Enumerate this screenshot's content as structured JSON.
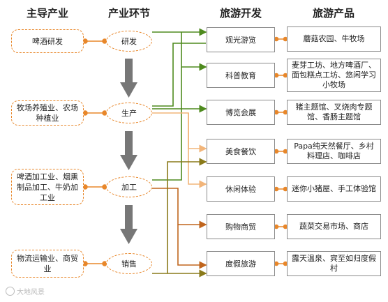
{
  "headers": {
    "industry": "主导产业",
    "stage": "产业环节",
    "development": "旅游开发",
    "product": "旅游产品"
  },
  "industries": [
    {
      "label": "啤酒研发"
    },
    {
      "label": "牧场养殖业、农场种植业"
    },
    {
      "label": "啤酒加工业、烟熏制品加工、牛奶加工业"
    },
    {
      "label": "物流运输业、商贸业"
    }
  ],
  "stages": [
    {
      "label": "研发"
    },
    {
      "label": "生产"
    },
    {
      "label": "加工"
    },
    {
      "label": "销售"
    }
  ],
  "developments": [
    {
      "label": "观光游览"
    },
    {
      "label": "科普教育"
    },
    {
      "label": "博览会展"
    },
    {
      "label": "美食餐饮"
    },
    {
      "label": "休闲体验"
    },
    {
      "label": "购物商贸"
    },
    {
      "label": "度假旅游"
    }
  ],
  "products": [
    {
      "label": "蘑菇农园、牛牧场"
    },
    {
      "label": "麦芽工坊、地方啤酒厂、面包糕点工坊、悠闲学习小牧场"
    },
    {
      "label": "猪主题馆、叉烧肉专题馆、香肠主题馆"
    },
    {
      "label": "Papa纯天然餐厅、乡村料理店、咖啡店"
    },
    {
      "label": "迷你小猪屋、手工体验馆"
    },
    {
      "label": "蔬菜交易市场、商店"
    },
    {
      "label": "露天温泉、宾至如归度假村"
    }
  ],
  "watermark": "大地风景",
  "colors": {
    "accent_orange": "#e8872a",
    "green": "#4e8a1e",
    "light_orange": "#f2b57a",
    "dark_orange": "#c0651d",
    "olive": "#8a7a1a",
    "arrow_gray": "#777777"
  }
}
